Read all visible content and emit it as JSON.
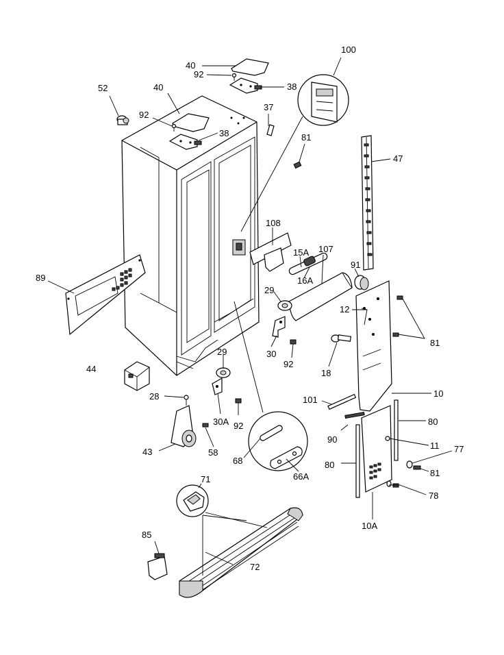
{
  "labels": {
    "l100": "100",
    "l40a": "40",
    "l92a": "92",
    "l38a": "38",
    "l52": "52",
    "l40b": "40",
    "l92b": "92",
    "l38b": "38",
    "l37": "37",
    "l81a": "81",
    "l47": "47",
    "l108": "108",
    "l15a": "15A",
    "l107": "107",
    "l91": "91",
    "l16a": "16A",
    "l89": "89",
    "l29a": "29",
    "l12": "12",
    "l81b": "81",
    "l30": "30",
    "l92c": "92",
    "l18": "18",
    "l29b": "29",
    "l44": "44",
    "l28": "28",
    "l30a": "30A",
    "l92d": "92",
    "l101": "101",
    "l10": "10",
    "l80a": "80",
    "l90": "90",
    "l11": "11",
    "l43": "43",
    "l58": "58",
    "l68": "68",
    "l66a": "66A",
    "l77": "77",
    "l80b": "80",
    "l81c": "81",
    "l71": "71",
    "l78": "78",
    "l10a": "10A",
    "l85": "85",
    "l72": "72"
  }
}
